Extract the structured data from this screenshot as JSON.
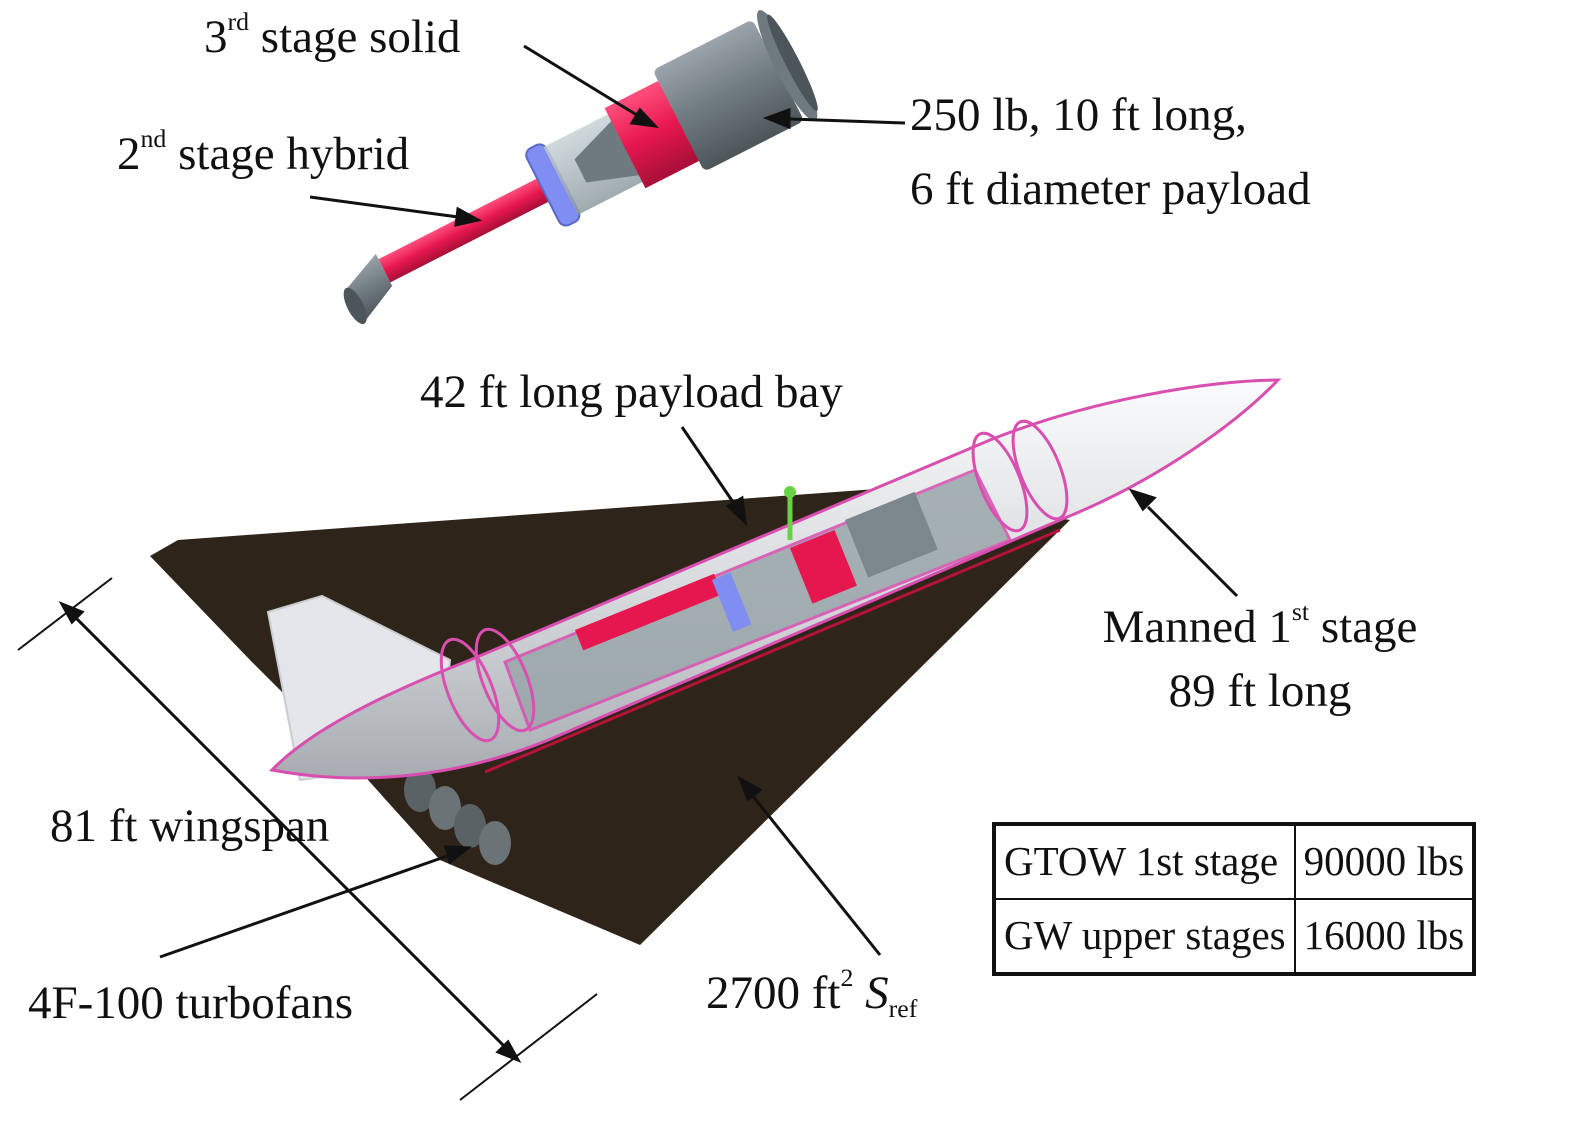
{
  "labels": {
    "third_stage": {
      "num": "3",
      "sup": "rd",
      "rest": " stage solid"
    },
    "second_stage": {
      "num": "2",
      "sup": "nd",
      "rest": " stage hybrid"
    },
    "payload_line1": "250 lb, 10 ft long,",
    "payload_line2": "6 ft diameter payload",
    "payload_bay": "42 ft long payload bay",
    "manned_stage_pre": "Manned 1",
    "manned_stage_sup": "st",
    "manned_stage_post": " stage",
    "manned_stage_line2": "89 ft long",
    "wingspan": "81 ft wingspan",
    "turbofans": "4F-100 turbofans",
    "area_value": "2700 ft",
    "area_exp": "2",
    "area_symbol": "S",
    "area_sub": "ref"
  },
  "table": {
    "rows": [
      {
        "label": "GTOW 1st stage",
        "value": "90000 lbs"
      },
      {
        "label": "GW upper stages",
        "value": "16000 lbs"
      }
    ]
  },
  "colors": {
    "wing": "#2f2419",
    "fuselage": "#e6e8ea",
    "outline": "#d84fb0",
    "stage_red": "#e6174f",
    "stage_gray": "#6f7a80",
    "ring_blue": "#7f8ef0"
  }
}
